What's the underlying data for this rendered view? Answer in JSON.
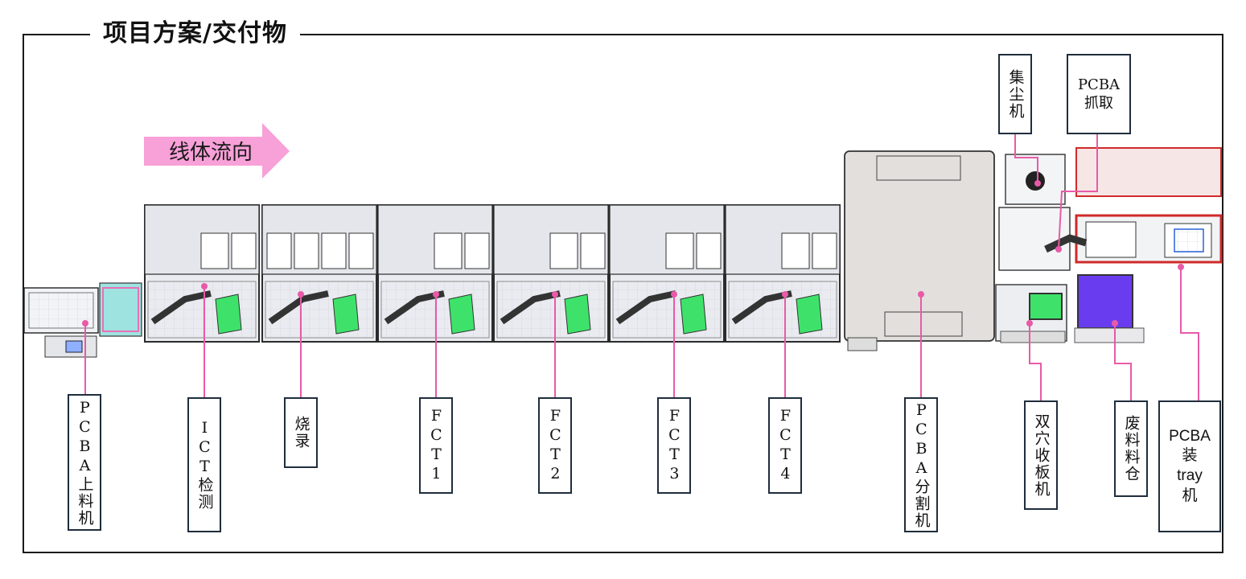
{
  "title": "项目方案/交付物",
  "flow_arrow": {
    "text": "线体流向",
    "color": "#f8a0d8"
  },
  "colors": {
    "leader": "#e85aa8",
    "station_green": "#3ee26a",
    "tray_blue": "#6a3cf0",
    "red_frame": "#d02a2a",
    "label_border": "#1f2d3d"
  },
  "labels": {
    "pcba_loader": "PCBA上料机",
    "ict": "ICT检测",
    "burn": "烧录",
    "fct1": "FCT1",
    "fct2": "FCT2",
    "fct3": "FCT3",
    "fct4": "FCT4",
    "pcba_splitter": "PCBA分割机",
    "dual_receiver": "双穴收板机",
    "waste_bin": "废料料仓",
    "pcba_tray_loader": "PCBA\n装\ntray\n机",
    "dust_collector": "集尘机",
    "pcba_pick": "PCBA\n抓取"
  }
}
